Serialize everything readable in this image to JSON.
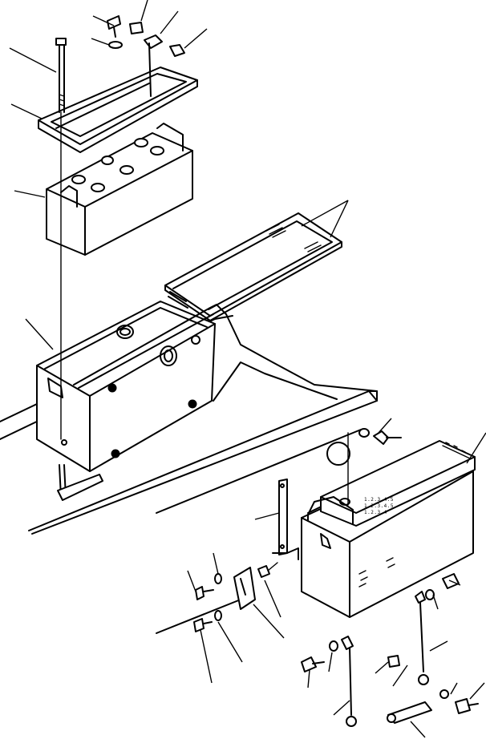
{
  "diagram": {
    "ink_color": "#000000",
    "paper_color": "#ffffff",
    "battery_label_lines": [
      "1.2.3.4.5",
      "1.2.3.4.5",
      "1.2.3.4"
    ],
    "parts": [
      {
        "name": "battery-hold-down-bolt"
      },
      {
        "name": "battery-hold-down-frame"
      },
      {
        "name": "battery-upper"
      },
      {
        "name": "battery-box-left"
      },
      {
        "name": "battery-box-cover-right"
      },
      {
        "name": "battery-box-right"
      },
      {
        "name": "battery-right"
      },
      {
        "name": "mounting-bracket"
      },
      {
        "name": "latch-assembly"
      },
      {
        "name": "battery-cable"
      },
      {
        "name": "ground-strap"
      }
    ]
  }
}
